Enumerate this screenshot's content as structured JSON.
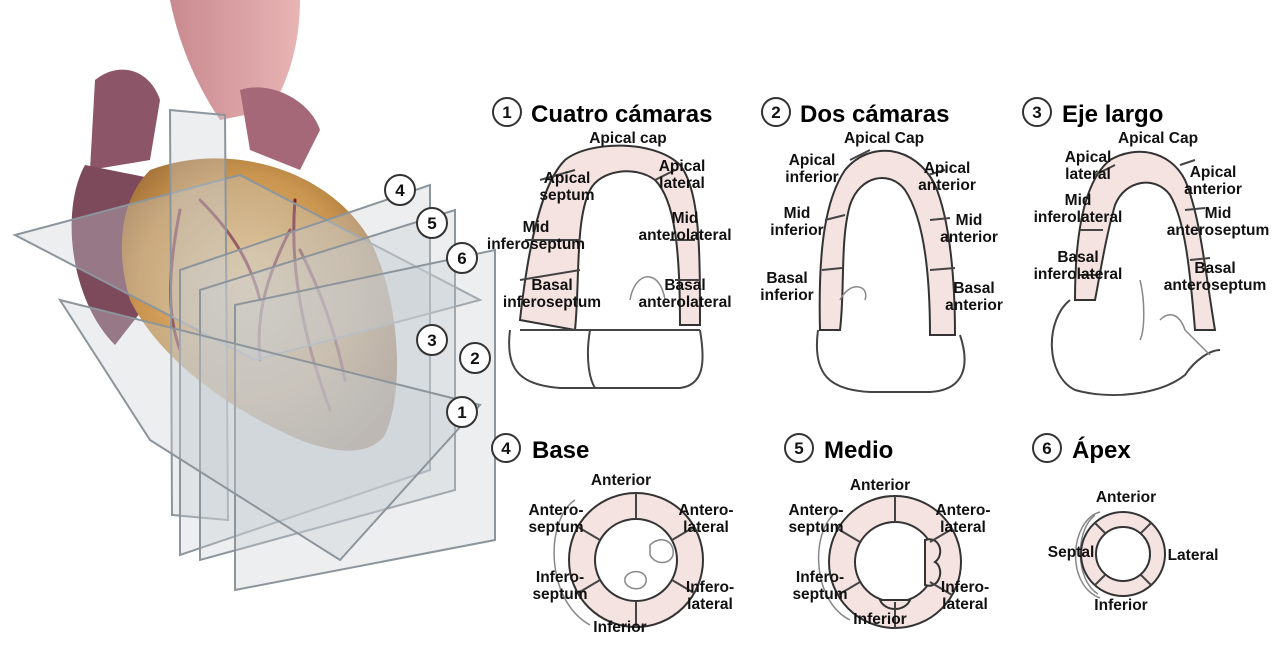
{
  "heart_plane_numbers": [
    "4",
    "5",
    "6",
    "3",
    "2",
    "1"
  ],
  "views": {
    "v1": {
      "num": "1",
      "title": "Cuatro cámaras",
      "labels": [
        "Apical cap",
        "Apical",
        "septum",
        "Apical",
        "lateral",
        "Mid",
        "inferoseptum",
        "Mid",
        "anterolateral",
        "Basal",
        "inferoseptum",
        "Basal",
        "anterolateral"
      ]
    },
    "v2": {
      "num": "2",
      "title": "Dos cámaras",
      "labels": [
        "Apical Cap",
        "Apical",
        "inferior",
        "Apical",
        "anterior",
        "Mid",
        "inferior",
        "Mid",
        "anterior",
        "Basal",
        "inferior",
        "Basal",
        "anterior"
      ]
    },
    "v3": {
      "num": "3",
      "title": "Eje largo",
      "labels": [
        "Apical Cap",
        "Apical",
        "lateral",
        "Apical",
        "anterior",
        "Mid",
        "inferolateral",
        "Mid",
        "anteroseptum",
        "Basal",
        "inferolateral",
        "Basal",
        "anteroseptum"
      ]
    },
    "v4": {
      "num": "4",
      "title": "Base",
      "labels": [
        "Anterior",
        "Antero-",
        "septum",
        "Antero-",
        "lateral",
        "Infero-",
        "septum",
        "Infero-",
        "lateral",
        "Inferior"
      ]
    },
    "v5": {
      "num": "5",
      "title": "Medio",
      "labels": [
        "Anterior",
        "Antero-",
        "septum",
        "Antero-",
        "lateral",
        "Infero-",
        "septum",
        "Infero-",
        "lateral",
        "Inferior"
      ]
    },
    "v6": {
      "num": "6",
      "title": "Ápex",
      "labels": [
        "Anterior",
        "Septal",
        "Lateral",
        "Inferior"
      ]
    }
  },
  "colors": {
    "segment_fill": "#f4e3e0",
    "outline": "#333333",
    "heart_tissue": "#c89a5a",
    "vessels": "#7a1f2b"
  }
}
